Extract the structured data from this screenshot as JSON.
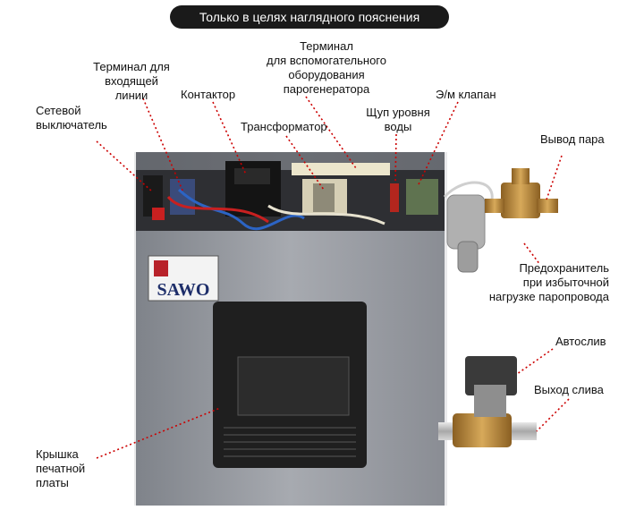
{
  "banner": "Только в целях наглядного пояснения",
  "brand": {
    "logo_text": "SAWO"
  },
  "colors": {
    "leader": "#cc0000",
    "unit_body": "#9b9ea5",
    "panel": "#1f1f1f",
    "valve_brass": "#b8893a"
  },
  "callouts": {
    "power_switch": "Сетевой\nвыключатель",
    "input_terminal": "Терминал для\nвходящей\nлинии",
    "contactor": "Контактор",
    "aux_terminal": "Терминал\nдля вспомогательного\nоборудования\nпарогенератора",
    "transformer": "Трансформатор",
    "level_probe": "Щуп уровня\nводы",
    "solenoid_valve": "Э/м клапан",
    "steam_outlet": "Вывод пара",
    "safety_valve": "Предохранитель\nпри избыточной\nнагрузке паропровода",
    "auto_drain": "Автослив",
    "drain_outlet": "Выход слива",
    "pcb_cover": "Крышка\nпечатной\nплаты"
  }
}
